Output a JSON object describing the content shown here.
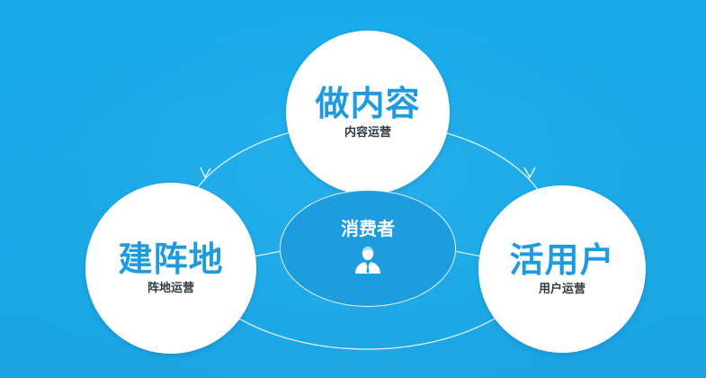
{
  "nodes": {
    "top": {
      "title": "做内容",
      "subtitle": "内容运营"
    },
    "left": {
      "title": "建阵地",
      "subtitle": "阵地运营"
    },
    "right": {
      "title": "活用户",
      "subtitle": "用户运营"
    },
    "center": {
      "title": "消费者",
      "icon": "user-with-tie-icon"
    }
  },
  "colors": {
    "background_top": "#12a7e6",
    "background_bottom": "#1aa4e4",
    "node_title": "#1e9be0",
    "line": "#ffffff"
  }
}
